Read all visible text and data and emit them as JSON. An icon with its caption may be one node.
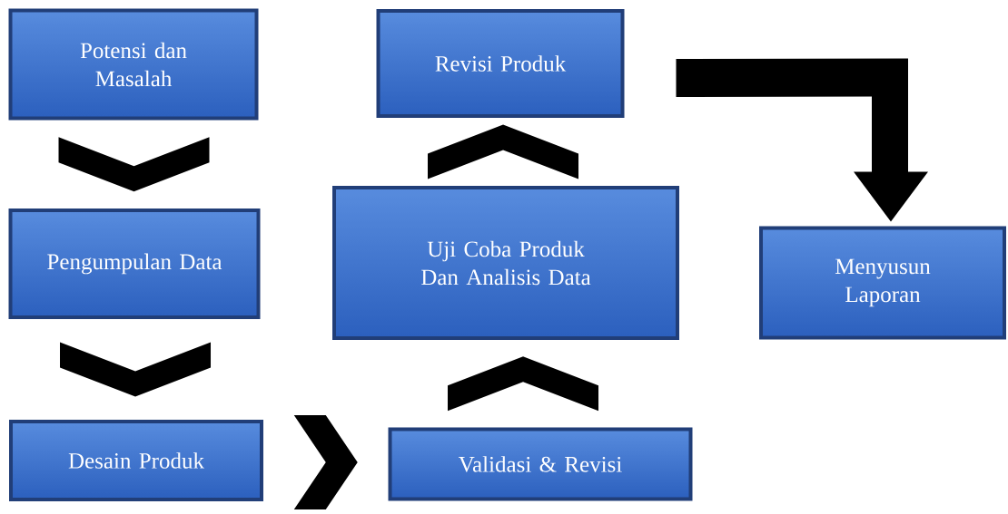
{
  "diagram": {
    "nodes": [
      {
        "text": [
          "Potensi dan Masalah"
        ]
      },
      {
        "text": [
          "Pengumpulan Data"
        ]
      },
      {
        "text": [
          "Desain Produk"
        ]
      },
      {
        "text": [
          "Validasi & Revisi"
        ]
      },
      {
        "text": [
          "Uji Coba Produk Dan Analisis Data"
        ]
      },
      {
        "text": [
          "Revisi Produk"
        ]
      },
      {
        "text": [
          "Menyusun Laporan"
        ]
      }
    ],
    "edges": [
      {
        "from": 0,
        "to": 1,
        "arrow": "to"
      },
      {
        "from": 1,
        "to": 2,
        "arrow": "to"
      },
      {
        "from": 2,
        "to": 3,
        "arrow": "to"
      },
      {
        "from": 3,
        "to": 4,
        "arrow": "to"
      },
      {
        "from": 4,
        "to": 5,
        "arrow": "to"
      },
      {
        "from": 5,
        "to": 6,
        "arrow": "to"
      }
    ]
  }
}
